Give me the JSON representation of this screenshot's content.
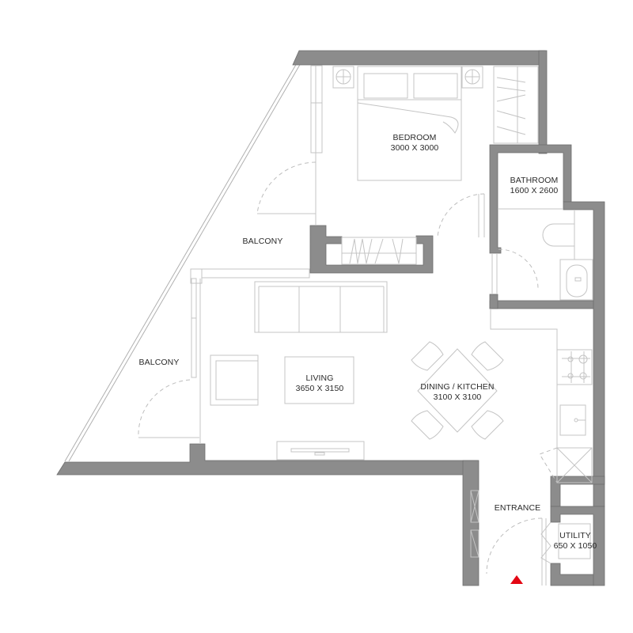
{
  "plan": {
    "rooms": [
      {
        "name": "BEDROOM",
        "dims": "3000 X 3000"
      },
      {
        "name": "BATHROOM",
        "dims": "1600 X 2600"
      },
      {
        "name": "LIVING",
        "dims": "3650 X 3150"
      },
      {
        "name": "DINING / KITCHEN",
        "dims": "3100 X 3100"
      },
      {
        "name": "UTILITY",
        "dims": "650 X 1050"
      }
    ],
    "areas": [
      {
        "name": "BALCONY"
      },
      {
        "name": "BALCONY"
      },
      {
        "name": "ENTRANCE"
      }
    ],
    "colors": {
      "wall": "#8c8c8c",
      "fixture_line": "#c4c4c4",
      "entry_marker": "#e30613",
      "text": "#2a2a2a"
    },
    "entry_marker": "entry-arrow-icon"
  }
}
